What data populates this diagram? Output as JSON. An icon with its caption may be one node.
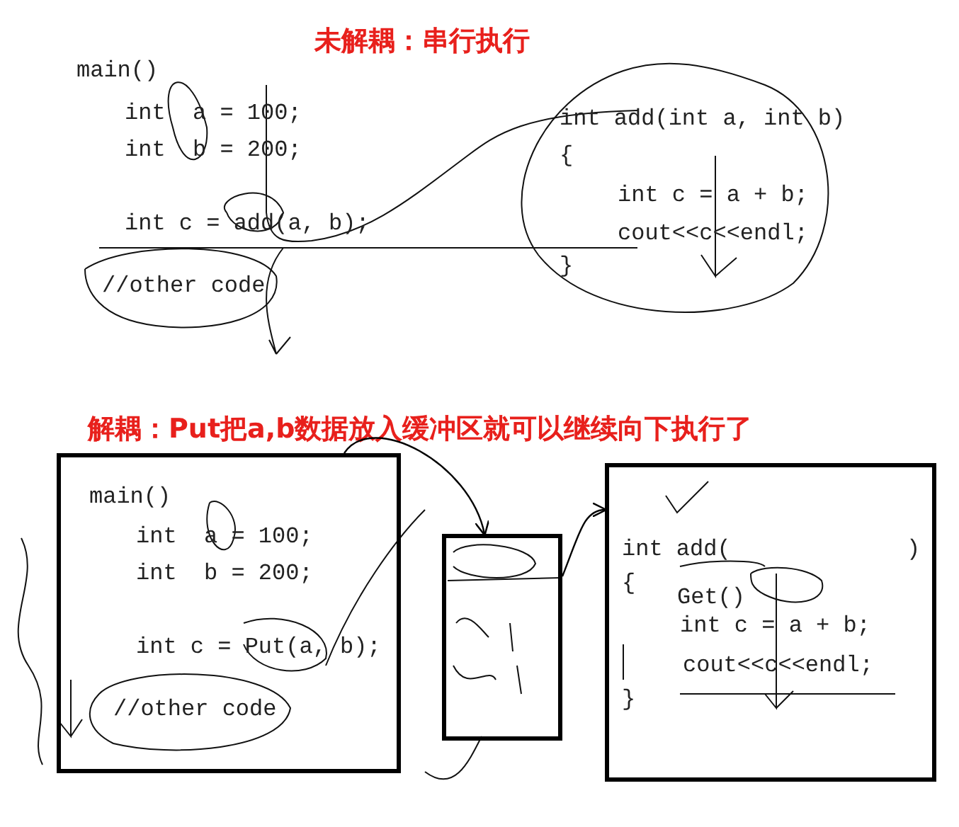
{
  "diagram": {
    "title": "未解耦：串行执行",
    "nodes": [
      {
        "text": [
          "main()",
          "int  a = 100;",
          "int  b = 200;",
          "int c = Put(a, b);",
          "//other code"
        ]
      },
      {
        "text": [],
        "shape": "box"
      },
      {
        "text": [
          "int add(",
          ")",
          "{",
          "Get()",
          "int c = a + b;",
          "cout<<c<<endl;",
          "}"
        ]
      }
    ],
    "edges": [
      {
        "from": 0,
        "to": 1,
        "arrow": "to"
      },
      {
        "from": 1,
        "to": 2,
        "arrow": "to"
      }
    ],
    "labels": [
      "main()",
      "int  a = 100;",
      "int  b = 200;",
      "int c = add(a, b);",
      "//other code",
      "int add(int a, int b)",
      "{",
      "int c = a + b;",
      "cout<<c<<endl;",
      "}",
      "解耦：Put把a,b数据放入缓冲区就可以继续向下执行了"
    ]
  }
}
